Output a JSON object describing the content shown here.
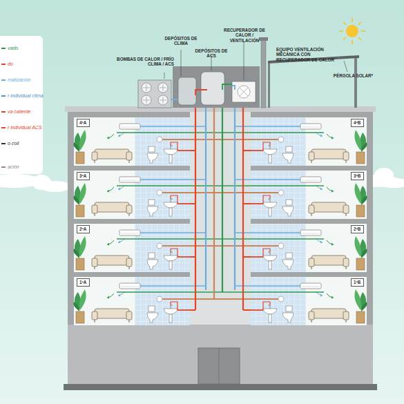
{
  "diagram": {
    "nodes": [
      {
        "text": [
          "4ºA"
        ]
      },
      {
        "text": [
          "4ºB"
        ]
      },
      {
        "text": [
          "3ºA"
        ]
      },
      {
        "text": [
          "3ºB"
        ]
      },
      {
        "text": [
          "2ºA"
        ]
      },
      {
        "text": [
          "2ºB"
        ]
      },
      {
        "text": [
          "1ºA"
        ]
      },
      {
        "text": [
          "1ºB"
        ]
      }
    ],
    "labels": [
      "BOMBAS DE CALOR / FRÍO CLIMA / ACS",
      "DEPÓSITOS DE CLIMA",
      "DEPÓSITOS DE ACS",
      "RECUPERADOR DE CALOR / VENTILACIÓN",
      "EQUIPO VENTILACIÓN MECÁNICA CON RECUPERADOR DE CALOR",
      "PÉRGOLA SOLAR*"
    ],
    "legend": [
      {
        "text": "vado",
        "color": "#2e9a4e"
      },
      {
        "text": "do",
        "color": "#e2452b"
      },
      {
        "text": "matización",
        "color": "#6aaee0"
      },
      {
        "text": "r individual clima",
        "color": "#4a90d0"
      },
      {
        "text": "va caliente",
        "color": "#e2452b"
      },
      {
        "text": "r individual ACS",
        "color": "#e2452b"
      },
      {
        "text": "o coil",
        "color": "#333333"
      },
      {
        "text": "ación",
        "color": "#8c8c8c"
      }
    ]
  }
}
